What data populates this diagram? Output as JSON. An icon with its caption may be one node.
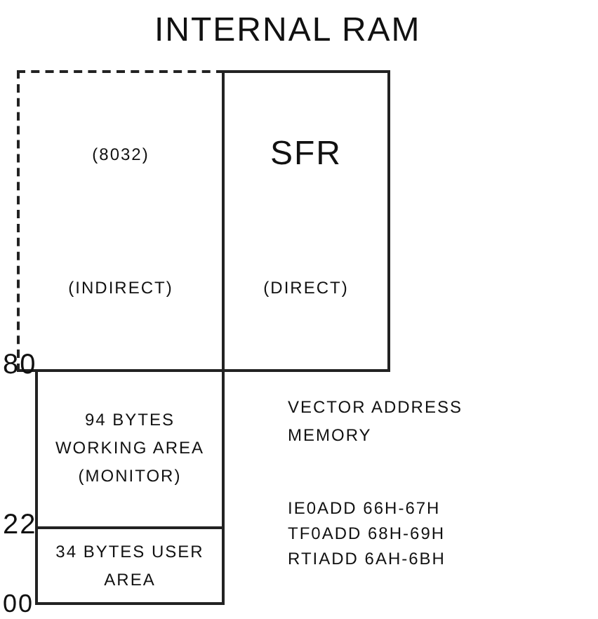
{
  "diagram": {
    "title": "INTERNAL RAM",
    "nodes": [
      {
        "text": [
          "(8032)",
          "(INDIRECT)"
        ]
      },
      {
        "text": [
          "SFR",
          "(DIRECT)"
        ]
      },
      {
        "text": [
          "94 BYTES WORKING AREA (MONITOR)"
        ]
      },
      {
        "text": [
          "34 BYTES USER AREA"
        ]
      }
    ],
    "edges": [],
    "labels": [
      "80",
      "22",
      "00",
      "VECTOR ADDRESS MEMORY",
      "IE0ADD 66H-67H",
      "TF0ADD 68H-69H",
      "RTIADD 6AH-6BH"
    ]
  }
}
